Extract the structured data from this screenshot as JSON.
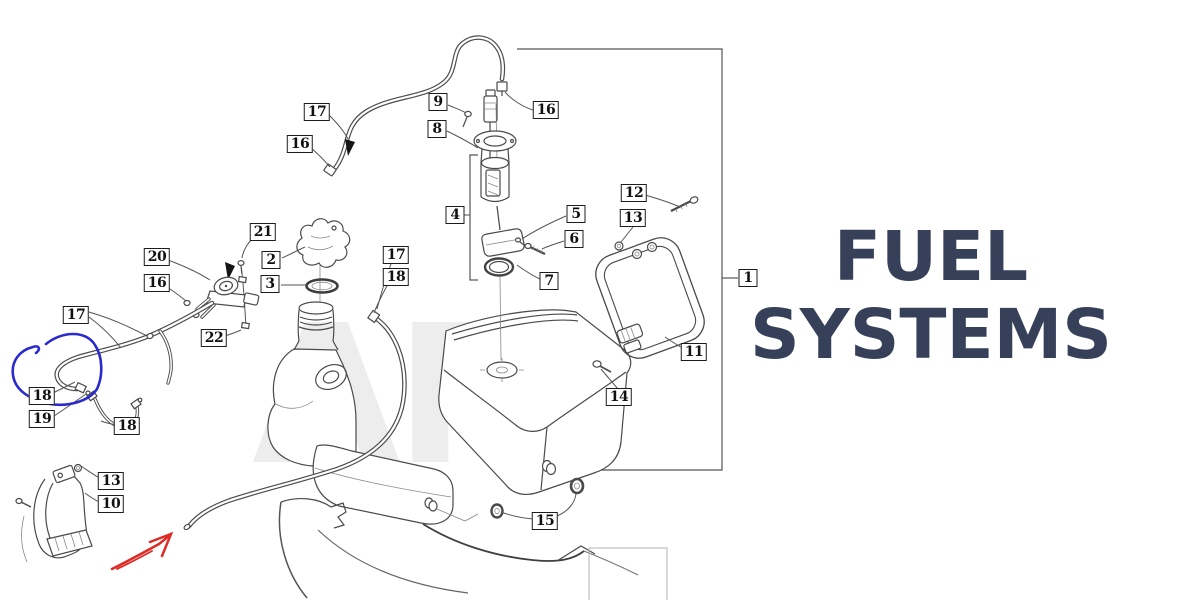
{
  "title": {
    "line1": "FUEL",
    "line2": "SYSTEMS"
  },
  "watermark": "ARI",
  "colors": {
    "title_text": "#364159",
    "diagram_line": "#4a4a4a",
    "watermark": "#ededed",
    "annotation_circle": "#2a2ace",
    "annotation_arrow": "#df2b26"
  },
  "callouts": [
    "1",
    "2",
    "3",
    "4",
    "5",
    "6",
    "7",
    "8",
    "9",
    "10",
    "11",
    "12",
    "13",
    "13",
    "14",
    "15",
    "16",
    "16",
    "16",
    "17",
    "17",
    "17",
    "18",
    "18",
    "18",
    "19",
    "20",
    "21",
    "22"
  ]
}
